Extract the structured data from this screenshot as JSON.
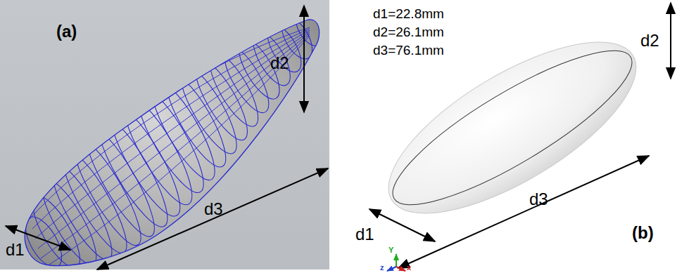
{
  "diagram": {
    "labels": [
      "(a)",
      "d2",
      "d3",
      "d1",
      "d1=22.8mm",
      "d2=26.1mm",
      "d3=76.1mm",
      "d2",
      "d3",
      "d1",
      "(b)",
      "Y",
      "z",
      "x"
    ]
  }
}
